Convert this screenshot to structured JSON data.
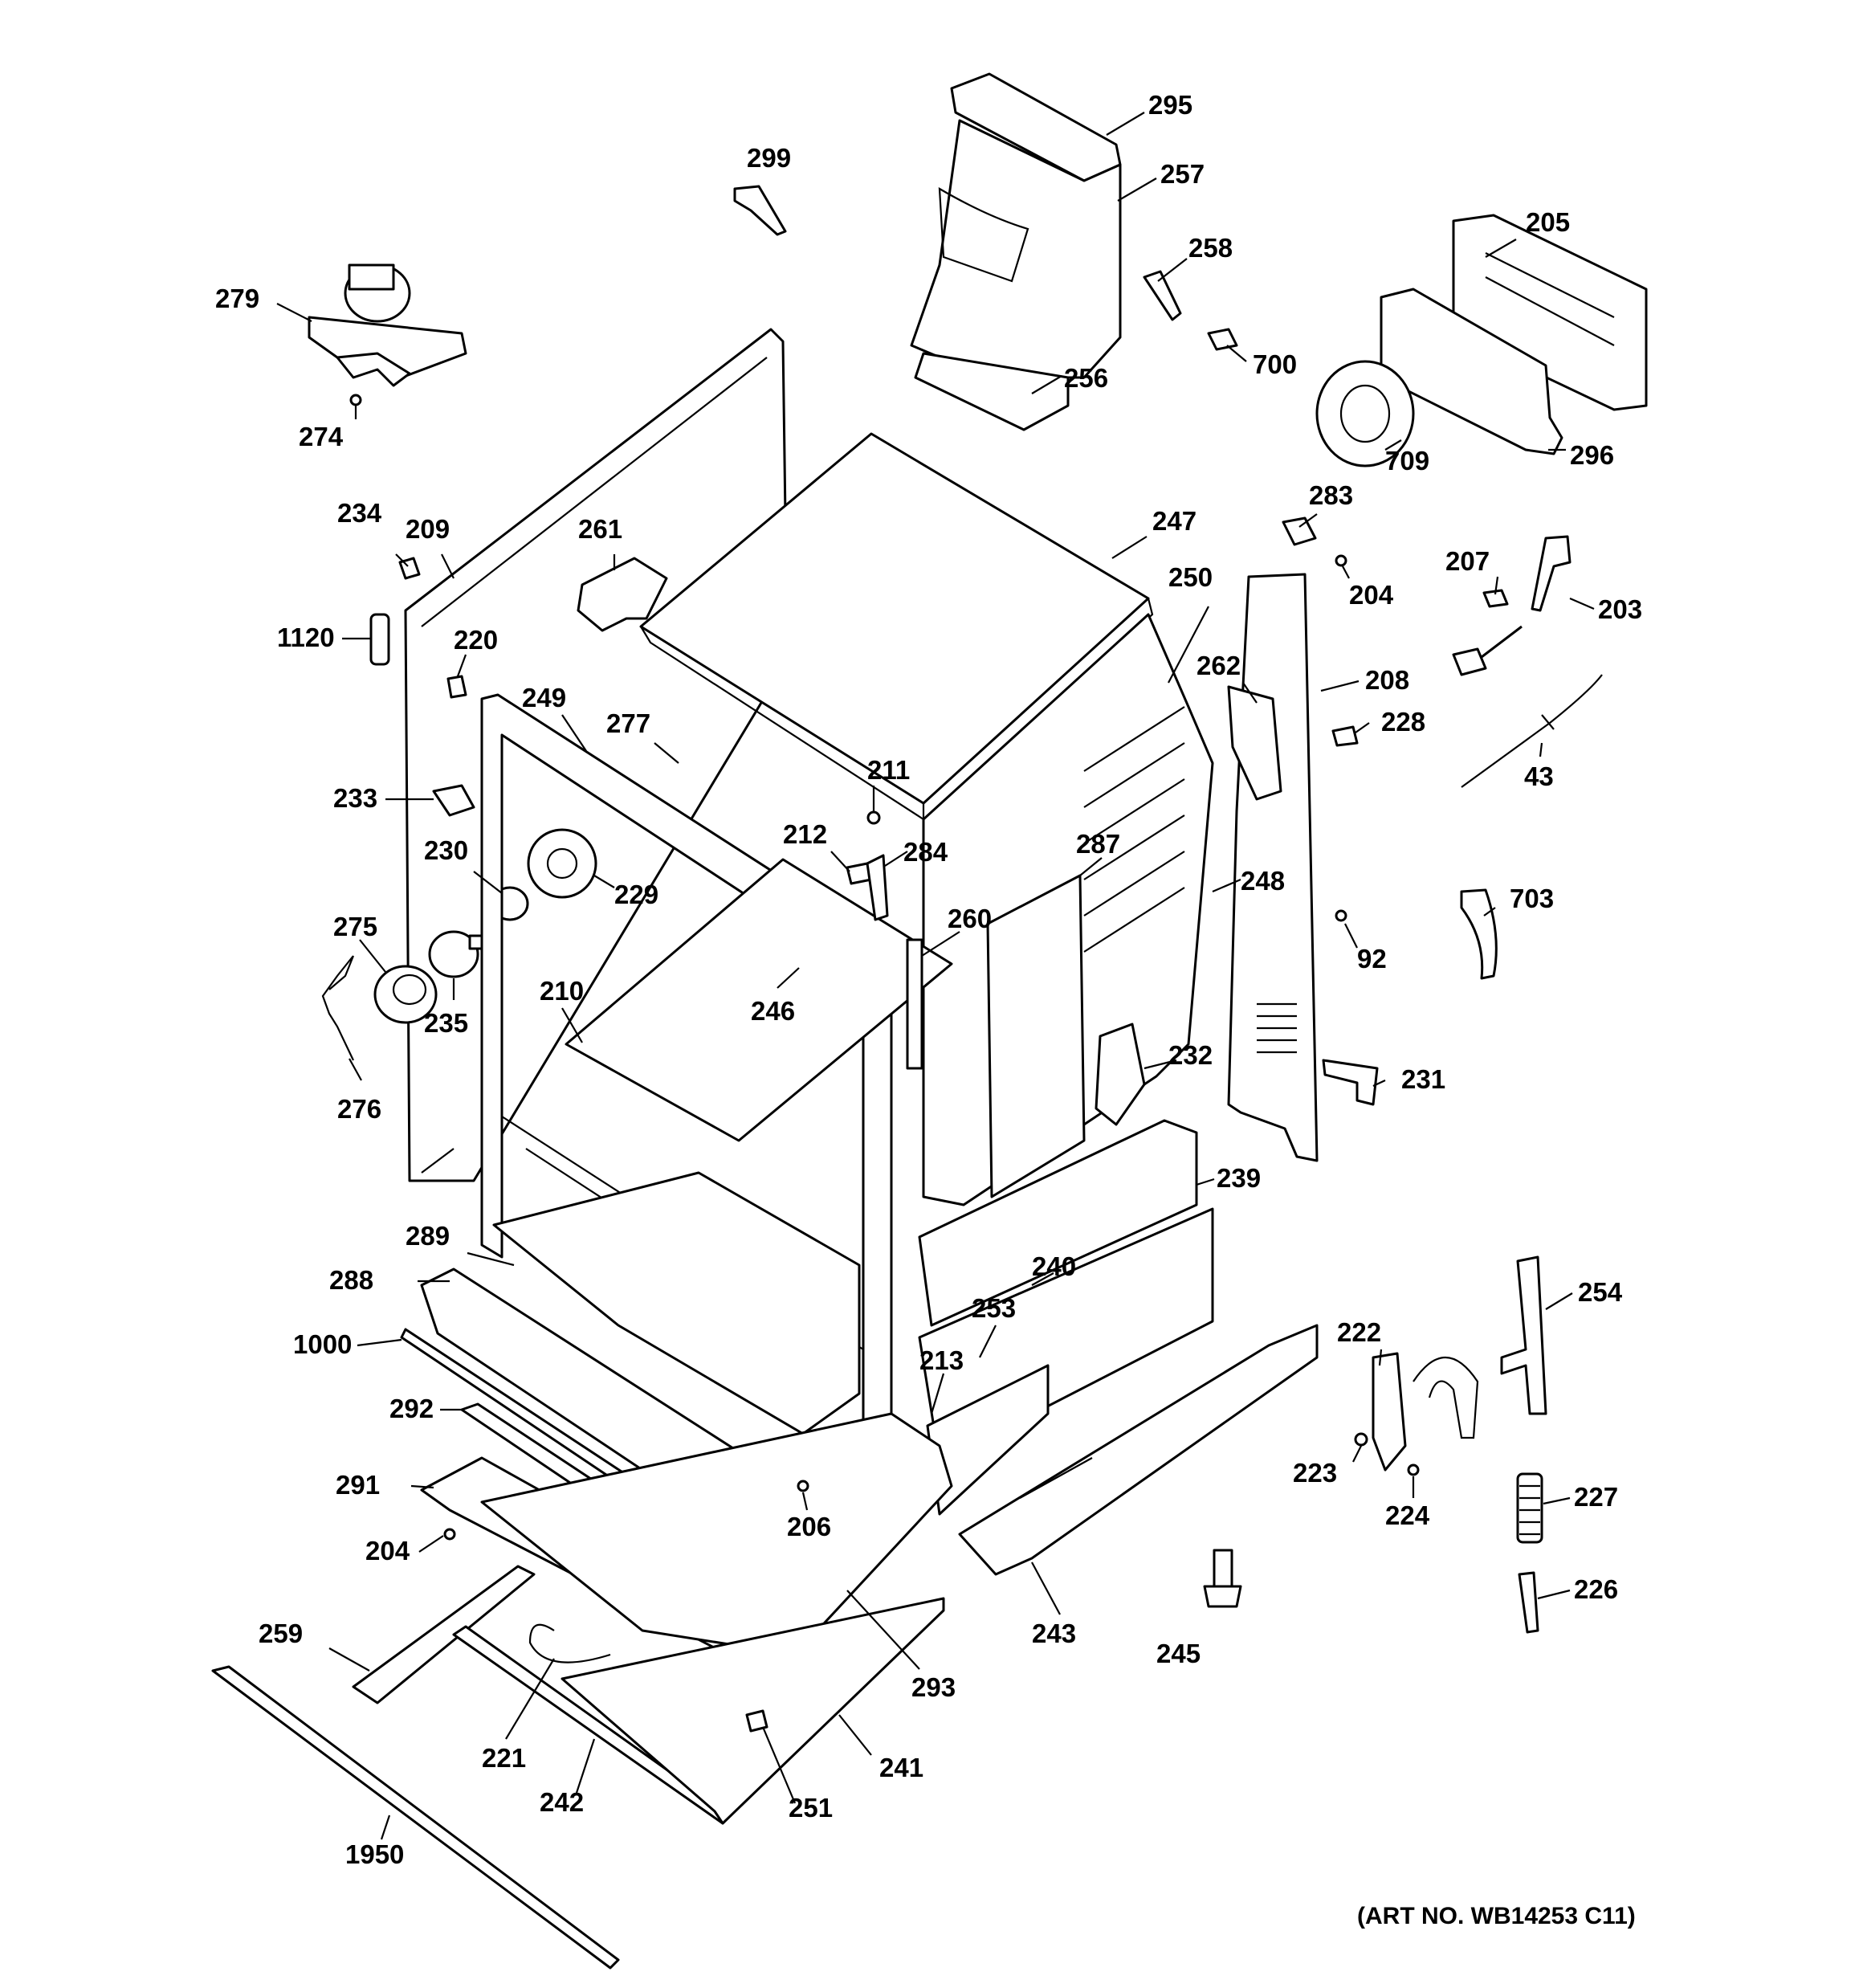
{
  "art_number": "(ART NO. WB14253 C11)",
  "callouts": [
    {
      "id": "c295",
      "label": "295"
    },
    {
      "id": "c299",
      "label": "299"
    },
    {
      "id": "c257",
      "label": "257"
    },
    {
      "id": "c205",
      "label": "205"
    },
    {
      "id": "c258",
      "label": "258"
    },
    {
      "id": "c279",
      "label": "279"
    },
    {
      "id": "c700",
      "label": "700"
    },
    {
      "id": "c256",
      "label": "256"
    },
    {
      "id": "c274",
      "label": "274"
    },
    {
      "id": "c709",
      "label": "709"
    },
    {
      "id": "c296",
      "label": "296"
    },
    {
      "id": "c283",
      "label": "283"
    },
    {
      "id": "c234",
      "label": "234"
    },
    {
      "id": "c209",
      "label": "209"
    },
    {
      "id": "c261",
      "label": "261"
    },
    {
      "id": "c247",
      "label": "247"
    },
    {
      "id": "c207",
      "label": "207"
    },
    {
      "id": "c250",
      "label": "250"
    },
    {
      "id": "c204a",
      "label": "204"
    },
    {
      "id": "c203",
      "label": "203"
    },
    {
      "id": "c1120",
      "label": "1120"
    },
    {
      "id": "c220",
      "label": "220"
    },
    {
      "id": "c208",
      "label": "208"
    },
    {
      "id": "c262",
      "label": "262"
    },
    {
      "id": "c249",
      "label": "249"
    },
    {
      "id": "c277",
      "label": "277"
    },
    {
      "id": "c228",
      "label": "228"
    },
    {
      "id": "c43",
      "label": "43"
    },
    {
      "id": "c233",
      "label": "233"
    },
    {
      "id": "c211",
      "label": "211"
    },
    {
      "id": "c212",
      "label": "212"
    },
    {
      "id": "c230",
      "label": "230"
    },
    {
      "id": "c287",
      "label": "287"
    },
    {
      "id": "c284",
      "label": "284"
    },
    {
      "id": "c229",
      "label": "229"
    },
    {
      "id": "c248",
      "label": "248"
    },
    {
      "id": "c703",
      "label": "703"
    },
    {
      "id": "c275",
      "label": "275"
    },
    {
      "id": "c260",
      "label": "260"
    },
    {
      "id": "c92",
      "label": "92"
    },
    {
      "id": "c210",
      "label": "210"
    },
    {
      "id": "c246",
      "label": "246"
    },
    {
      "id": "c235",
      "label": "235"
    },
    {
      "id": "c232",
      "label": "232"
    },
    {
      "id": "c231",
      "label": "231"
    },
    {
      "id": "c276",
      "label": "276"
    },
    {
      "id": "c239",
      "label": "239"
    },
    {
      "id": "c289",
      "label": "289"
    },
    {
      "id": "c240",
      "label": "240"
    },
    {
      "id": "c288",
      "label": "288"
    },
    {
      "id": "c254",
      "label": "254"
    },
    {
      "id": "c253",
      "label": "253"
    },
    {
      "id": "c222",
      "label": "222"
    },
    {
      "id": "c1000",
      "label": "1000"
    },
    {
      "id": "c213",
      "label": "213"
    },
    {
      "id": "c292",
      "label": "292"
    },
    {
      "id": "c223",
      "label": "223"
    },
    {
      "id": "c291",
      "label": "291"
    },
    {
      "id": "c227",
      "label": "227"
    },
    {
      "id": "c224",
      "label": "224"
    },
    {
      "id": "c206",
      "label": "206"
    },
    {
      "id": "c204b",
      "label": "204"
    },
    {
      "id": "c226",
      "label": "226"
    },
    {
      "id": "c259",
      "label": "259"
    },
    {
      "id": "c243",
      "label": "243"
    },
    {
      "id": "c245",
      "label": "245"
    },
    {
      "id": "c293",
      "label": "293"
    },
    {
      "id": "c221",
      "label": "221"
    },
    {
      "id": "c241",
      "label": "241"
    },
    {
      "id": "c242",
      "label": "242"
    },
    {
      "id": "c251",
      "label": "251"
    },
    {
      "id": "c1950",
      "label": "1950"
    }
  ]
}
